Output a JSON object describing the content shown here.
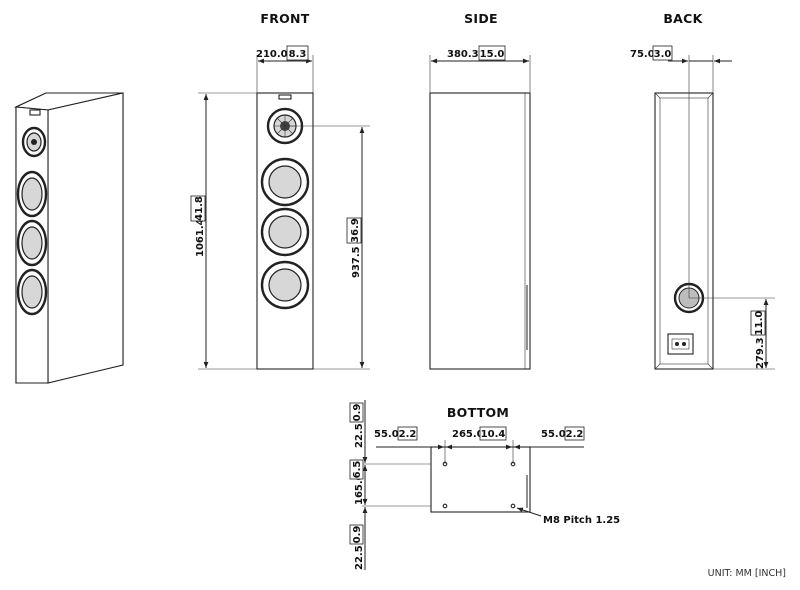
{
  "views": {
    "front": "FRONT",
    "side": "SIDE",
    "back": "BACK",
    "bottom": "BOTTOM"
  },
  "dimensions": {
    "front_width": {
      "mm": "210.0",
      "inch": "8.3"
    },
    "front_height": {
      "mm": "1061.4",
      "inch": "41.8"
    },
    "tweeter_height": {
      "mm": "937.5",
      "inch": "36.9"
    },
    "side_depth": {
      "mm": "380.3",
      "inch": "15.0"
    },
    "back_offset": {
      "mm": "75.0",
      "inch": "3.0"
    },
    "port_height": {
      "mm": "279.3",
      "inch": "11.0"
    },
    "bottom_left": {
      "mm": "55.0",
      "inch": "2.2"
    },
    "bottom_center": {
      "mm": "265.0",
      "inch": "10.4"
    },
    "bottom_right": {
      "mm": "55.0",
      "inch": "2.2"
    },
    "bottom_top_margin": {
      "mm": "22.5",
      "inch": "0.9"
    },
    "bottom_span": {
      "mm": "165.0",
      "inch": "6.5"
    },
    "bottom_bottom_margin": {
      "mm": "22.5",
      "inch": "0.9"
    }
  },
  "annotations": {
    "thread": "M8 Pitch 1.25",
    "unit": "UNIT: MM [INCH]"
  }
}
